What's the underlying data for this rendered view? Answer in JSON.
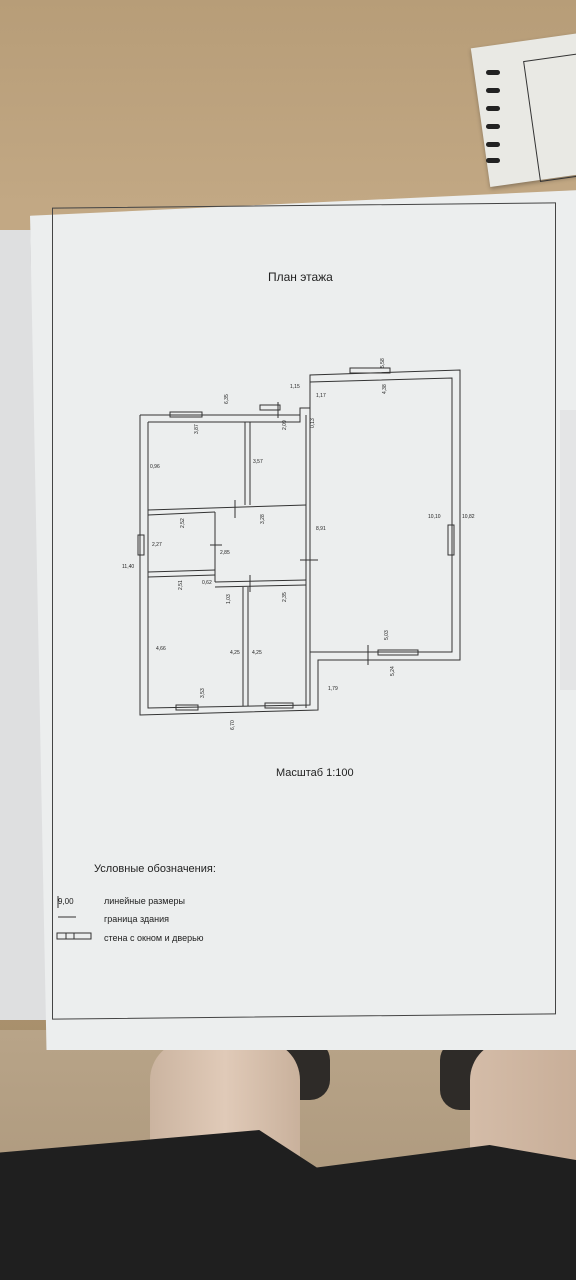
{
  "document": {
    "title": "План этажа",
    "scale": "Масштаб 1:100",
    "legend_title": "Условные обозначения:",
    "legend_items": [
      {
        "sample": "9,00",
        "label": "линейные размеры"
      },
      {
        "sample": "",
        "label": "граница здания"
      },
      {
        "sample": "",
        "label": "стена с окном и дверью"
      }
    ]
  },
  "plan_dimensions": {
    "d1": "1,15",
    "d2": "5,58",
    "d3": "6,35",
    "d4": "1,17",
    "d5": "4,38",
    "d6": "0,13",
    "d7": "2,09",
    "d8": "3,87",
    "d9": "0,96",
    "d10": "3,57",
    "d11": "10,10",
    "d12": "10,82",
    "d13": "8,91",
    "d14": "2,52",
    "d15": "3,28",
    "d16": "2,27",
    "d17": "2,85",
    "d18": "11,40",
    "d19": "2,51",
    "d20": "0,62",
    "d21": "1,03",
    "d22": "2,35",
    "d23": "5,03",
    "d24": "4,66",
    "d25": "4,25",
    "d26": "4,25",
    "d27": "5,24",
    "d28": "1,79",
    "d29": "3,53",
    "d30": "6,70"
  }
}
